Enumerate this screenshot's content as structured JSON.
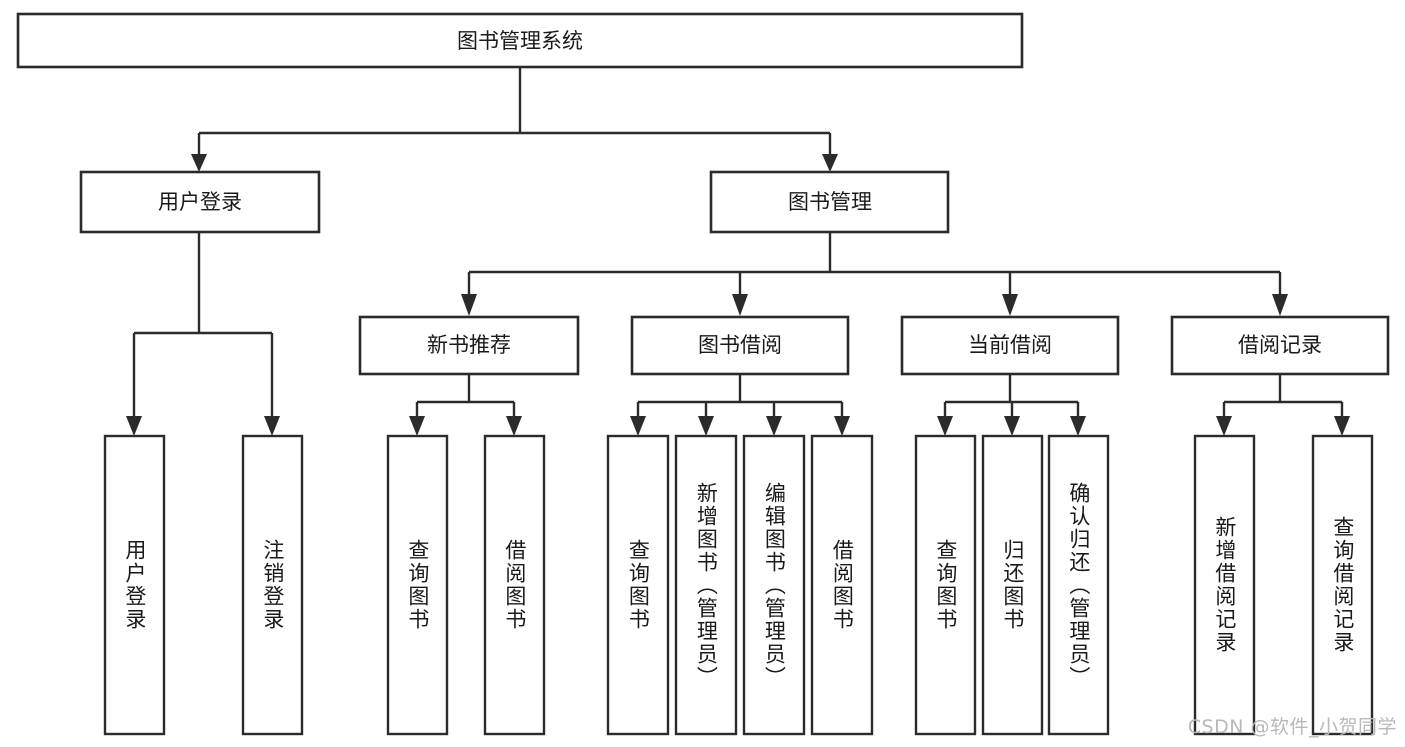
{
  "diagram": {
    "type": "tree",
    "title": "图书管理系统",
    "orientation": "top-down",
    "colors": {
      "box_stroke": "#2b2b2b",
      "box_fill": "#ffffff",
      "connector": "#2b2b2b",
      "text": "#1a1a1a",
      "background": "#ffffff",
      "watermark": "#b9b9b9"
    },
    "root": {
      "label": "图书管理系统"
    },
    "level2": [
      {
        "label": "用户登录"
      },
      {
        "label": "图书管理"
      }
    ],
    "level3": [
      {
        "label": "新书推荐"
      },
      {
        "label": "图书借阅"
      },
      {
        "label": "当前借阅"
      },
      {
        "label": "借阅记录"
      }
    ],
    "leaves": {
      "user_login": [
        {
          "label": "用户登录"
        },
        {
          "label": "注销登录"
        }
      ],
      "new_book_recommend": [
        {
          "label": "查询图书"
        },
        {
          "label": "借阅图书"
        }
      ],
      "book_borrow": [
        {
          "label": "查询图书"
        },
        {
          "label": "新增图书（管理员）"
        },
        {
          "label": "编辑图书（管理员）"
        },
        {
          "label": "借阅图书"
        }
      ],
      "current_borrow": [
        {
          "label": "查询图书"
        },
        {
          "label": "归还图书"
        },
        {
          "label": "确认归还（管理员）"
        }
      ],
      "borrow_record": [
        {
          "label": "新增借阅记录"
        },
        {
          "label": "查询借阅记录"
        }
      ]
    }
  },
  "watermark": {
    "text": "CSDN @软件_小贺同学"
  }
}
